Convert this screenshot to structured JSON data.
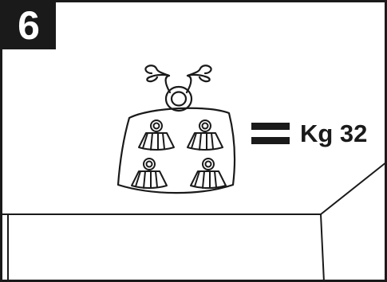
{
  "step": {
    "number": "6"
  },
  "result": {
    "weight_label": "Kg 32"
  },
  "colors": {
    "ink": "#1a1a1a",
    "paper": "#ffffff"
  },
  "icons": [
    "kettlebell-adjustable-icon",
    "weight-plate-icon",
    "equals-icon"
  ],
  "weight_plates": {
    "count": 4
  }
}
